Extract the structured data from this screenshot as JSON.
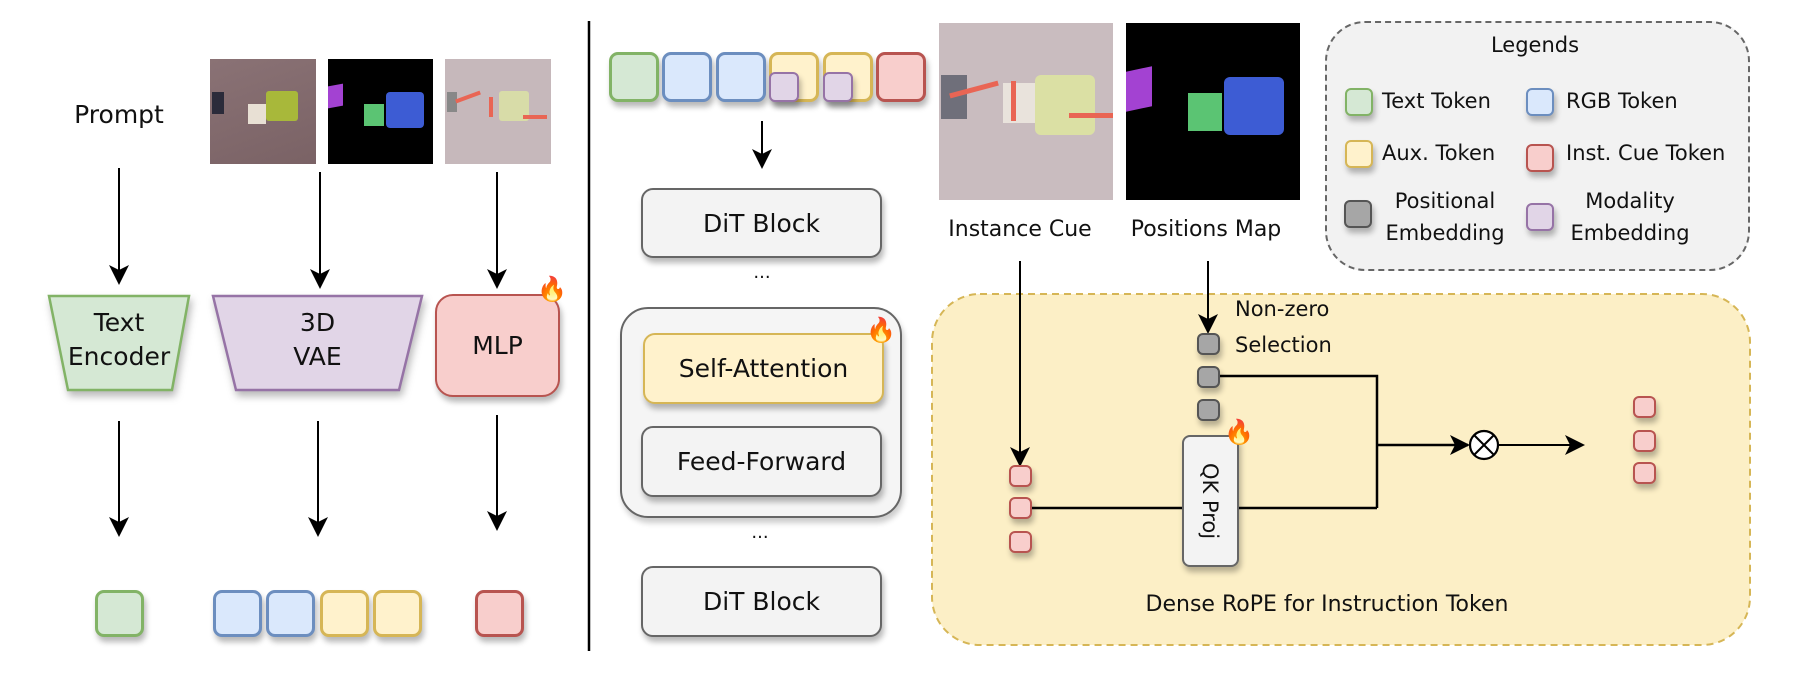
{
  "left_panel": {
    "prompt_label": "Prompt",
    "encoders": [
      {
        "name": "text-encoder",
        "line1": "Text",
        "line2": "Encoder",
        "color": "#d5e8d4",
        "border": "#82b366"
      },
      {
        "name": "3d-vae",
        "line1": "3D",
        "line2": "VAE",
        "color": "#e1d5e7",
        "border": "#9673a6"
      },
      {
        "name": "mlp",
        "label": "MLP",
        "color": "#f8cecc",
        "border": "#b85450",
        "trainable": true
      }
    ],
    "images": [
      "rgb-scene",
      "segmentation-mask",
      "instance-cue-overlay"
    ]
  },
  "middle_panel": {
    "token_sequence": [
      "Text Token",
      "RGB Token",
      "RGB Token",
      "Aux. Token + Modality Embedding",
      "Aux. Token + Modality Embedding",
      "Inst. Cue Token"
    ],
    "dit_block_label": "DiT Block",
    "ellipsis": "...",
    "self_attention_label": "Self-Attention",
    "feed_forward_label": "Feed-Forward",
    "dit_block_bottom_label": "DiT Block"
  },
  "right_panel": {
    "instance_cue_label": "Instance Cue",
    "positions_map_label": "Positions Map",
    "non_zero_label": "Non-zero",
    "selection_label": "Selection",
    "qk_proj_label": "QK Proj",
    "multiply_symbol": "⊗",
    "dense_rope_label": "Dense RoPE for Instruction Token"
  },
  "legend": {
    "title": "Legends",
    "items": [
      {
        "label": "Text Token",
        "fill": "#d5e8d4",
        "border": "#82b366"
      },
      {
        "label": "RGB Token",
        "fill": "#dae8fc",
        "border": "#6c8ebf"
      },
      {
        "label": "Aux. Token",
        "fill": "#fff2cc",
        "border": "#d6b656"
      },
      {
        "label": "Inst. Cue Token",
        "fill": "#f8cecc",
        "border": "#b85450"
      },
      {
        "label_line1": "Positional",
        "label_line2": "Embedding",
        "fill": "#a6a6a6",
        "border": "#555555"
      },
      {
        "label_line1": "Modality",
        "label_line2": "Embedding",
        "fill": "#e1d5e7",
        "border": "#9673a6"
      }
    ]
  },
  "icons": {
    "flame": "🔥"
  }
}
